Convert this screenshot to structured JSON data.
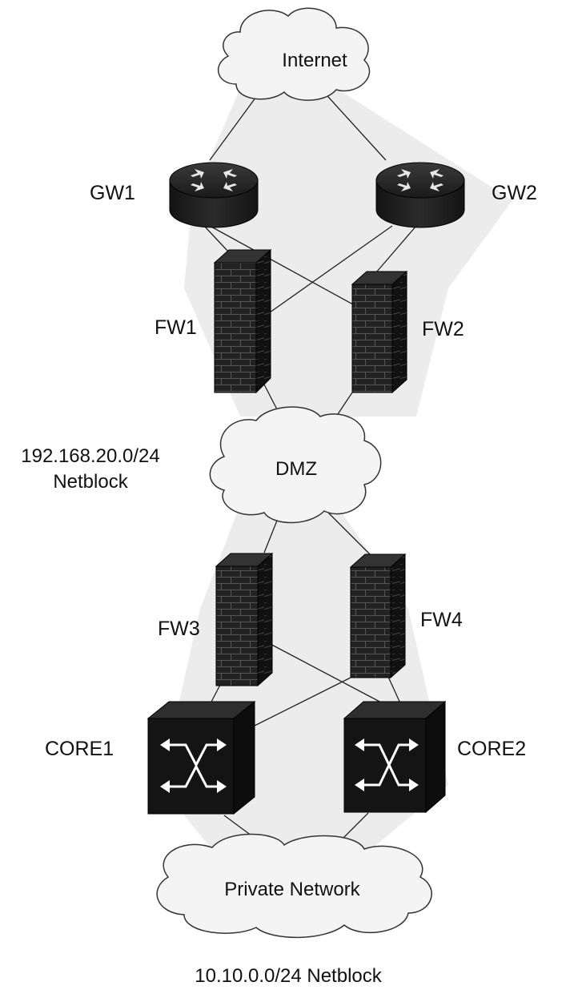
{
  "clouds": {
    "internet": "Internet",
    "dmz": "DMZ",
    "private": "Private Network"
  },
  "routers": {
    "gw1": "GW1",
    "gw2": "GW2"
  },
  "firewalls": {
    "fw1": "FW1",
    "fw2": "FW2",
    "fw3": "FW3",
    "fw4": "FW4"
  },
  "switches": {
    "core1": "CORE1",
    "core2": "CORE2"
  },
  "annotations": {
    "dmz_netblock_line1": "192.168.20.0/24",
    "dmz_netblock_line2": "Netblock",
    "private_netblock": "10.10.0.0/24 Netblock"
  },
  "colors": {
    "device": "#1c1c1c",
    "device_dark": "#0a0a0a",
    "cloud_fill": "#f4f4f4",
    "backdrop": "#e9e9e9",
    "line": "#222222"
  }
}
